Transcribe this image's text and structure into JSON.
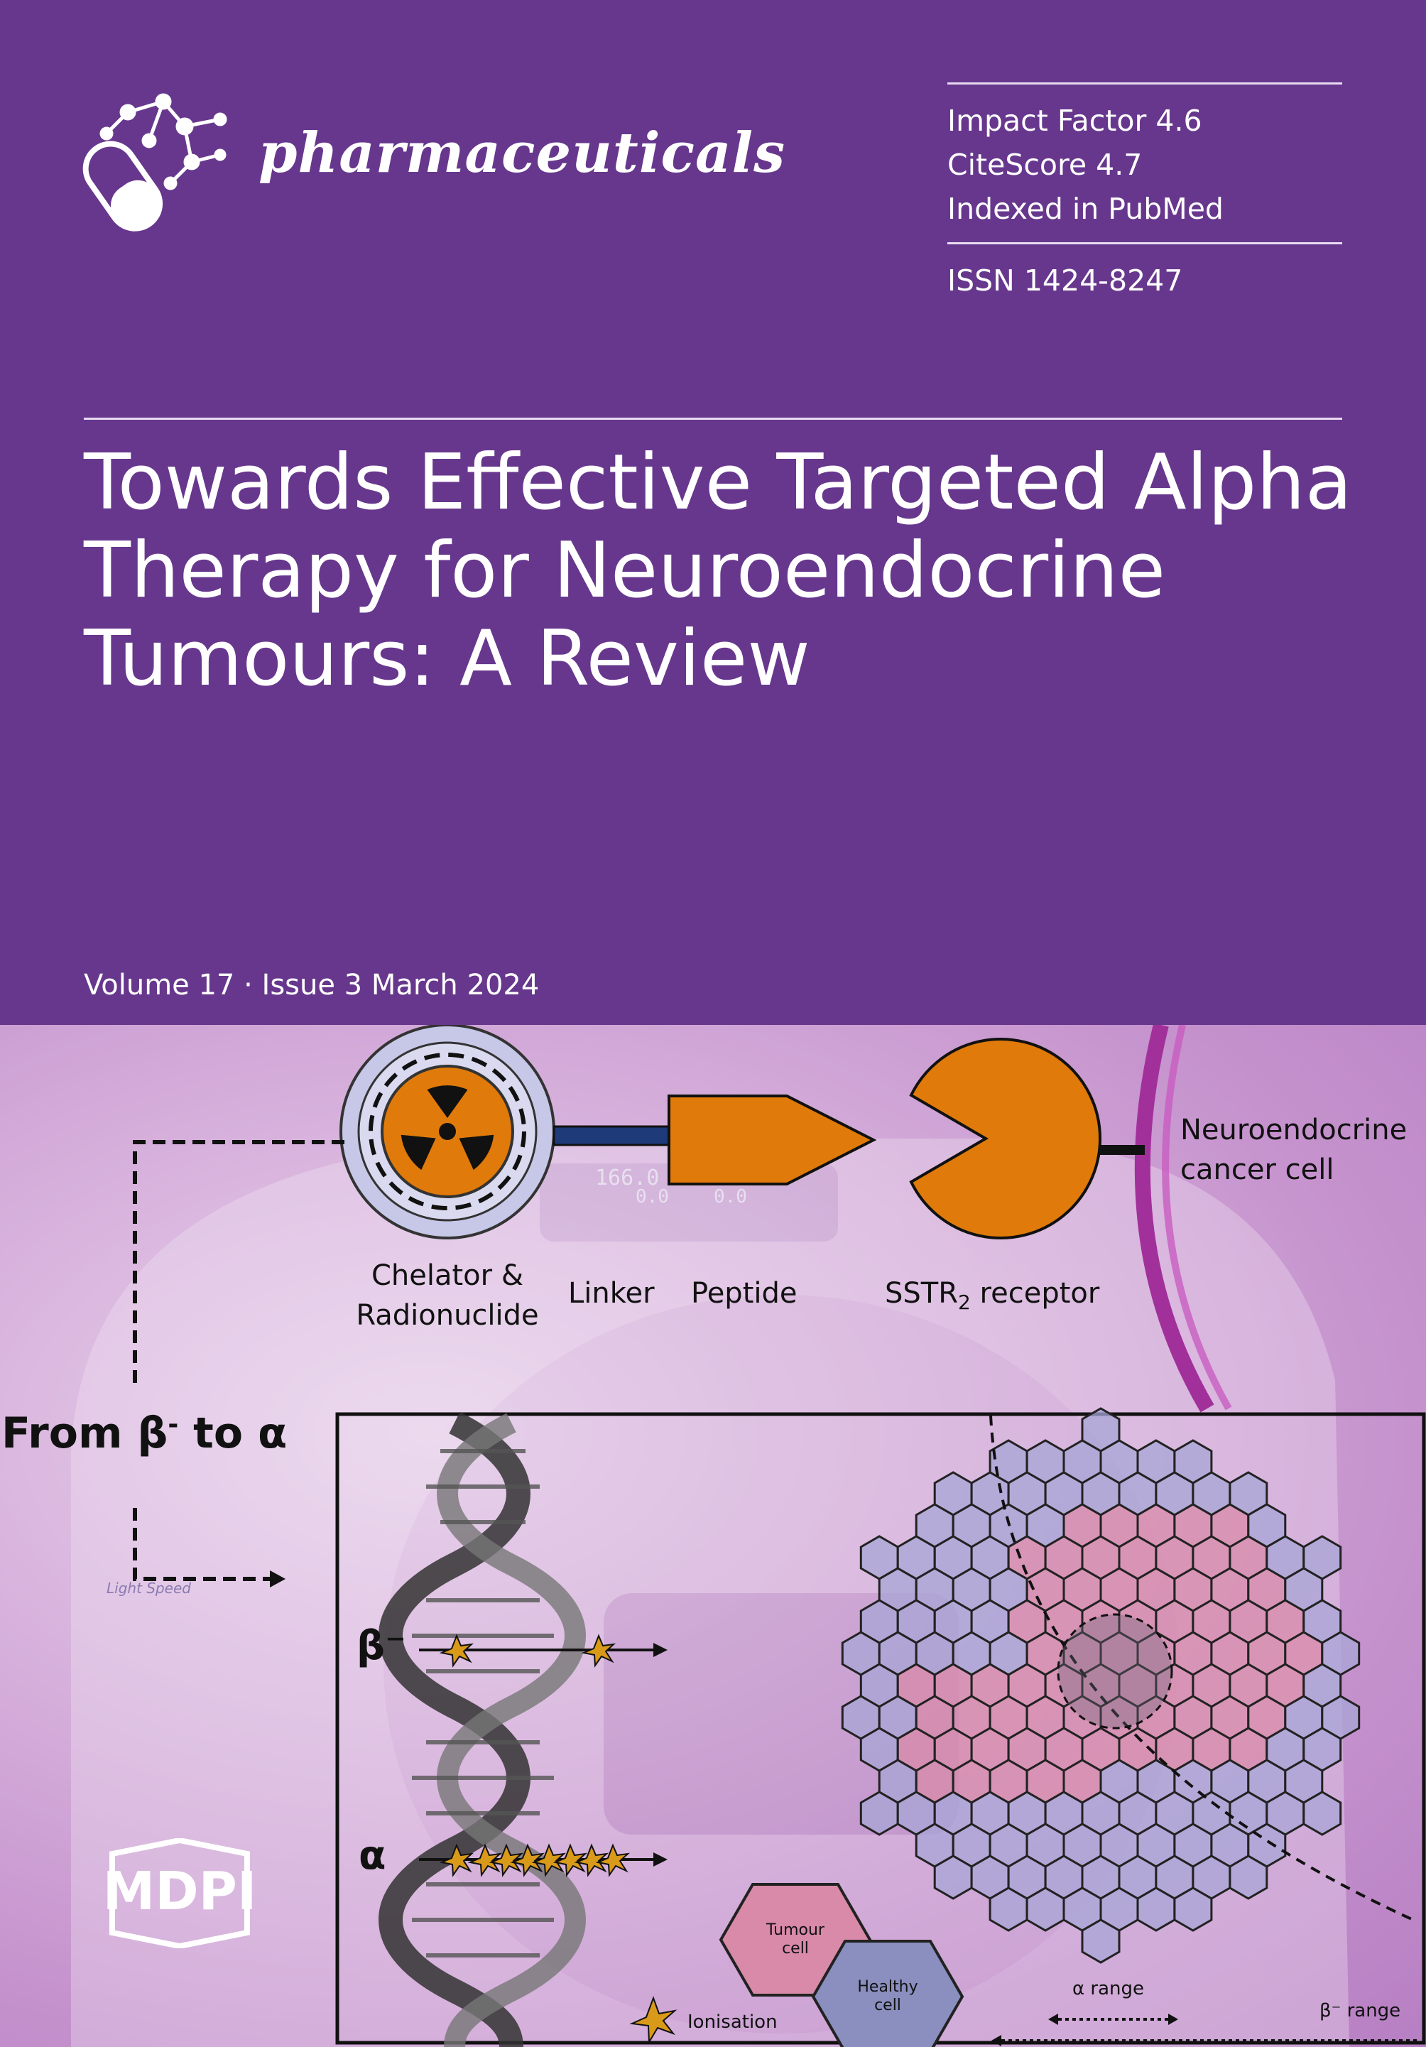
{
  "journal": {
    "name": "pharmaceuticals"
  },
  "metrics": [
    "Impact Factor 4.6",
    "CiteScore 4.7",
    "Indexed in PubMed"
  ],
  "issn": "ISSN 1424-8247",
  "article": {
    "title_lines": [
      "Towards Effective Targeted Alpha",
      "Therapy for Neuroendocrine",
      "Tumours: A Review"
    ]
  },
  "issue": {
    "text": "Volume 17 · Issue 3 March 2024"
  },
  "figure": {
    "chelator_line1": "Chelator &",
    "chelator_line2": "Radionuclide",
    "linker": "Linker",
    "peptide": "Peptide",
    "receptor_main": "SSTR",
    "receptor_sub": "2",
    "receptor_rest": " receptor",
    "cell_line1": "Neuroendocrine",
    "cell_line2": "cancer cell",
    "from_main": "From β",
    "from_sup": "-",
    "from_rest": " to α",
    "beta_label": "β⁻",
    "alpha_label": "α",
    "tumour_cell_line1": "Tumour",
    "tumour_cell_line2": "cell",
    "healthy_cell_line1": "Healthy",
    "healthy_cell_line2": "cell",
    "ionisation": "Ionisation",
    "alpha_range": "α range",
    "beta_range": "β⁻ range",
    "scanner_brand": "Light Speed",
    "scanner_display1": "166.0",
    "scanner_display2": "0.0"
  },
  "publisher": {
    "name": "MDPI"
  },
  "colors": {
    "primary": "#67378d",
    "accent_orange": "#e07a0a",
    "tumour_pink": "#d88aa8",
    "healthy_blue": "#a7a6d6"
  }
}
